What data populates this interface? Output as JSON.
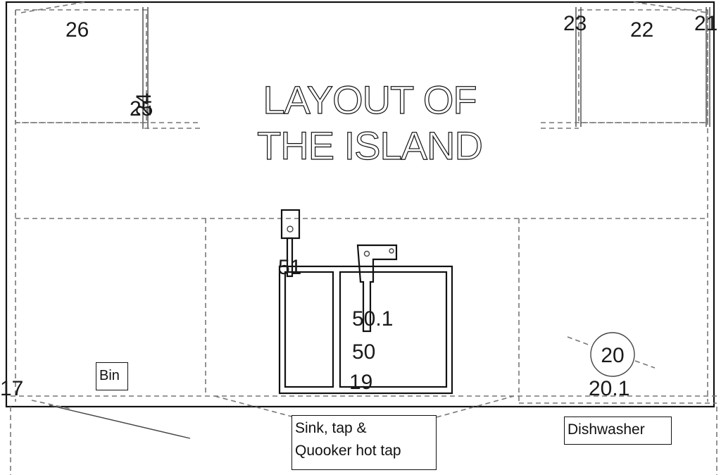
{
  "title": {
    "line1": "LAYOUT OF",
    "line2": "THE ISLAND"
  },
  "numbers": {
    "n26": "26",
    "n25": "25",
    "n24": "24",
    "n23": "23",
    "n22": "22",
    "n21": "21",
    "n51": "51",
    "n50_1": "50.1",
    "n50": "50",
    "n19": "19",
    "n20": "20",
    "n20_1": "20.1",
    "n17": "17"
  },
  "labels": {
    "bin": "Bin",
    "sink_line1": "Sink, tap &",
    "sink_line2": "Quooker hot tap",
    "dishwasher": "Dishwasher"
  }
}
